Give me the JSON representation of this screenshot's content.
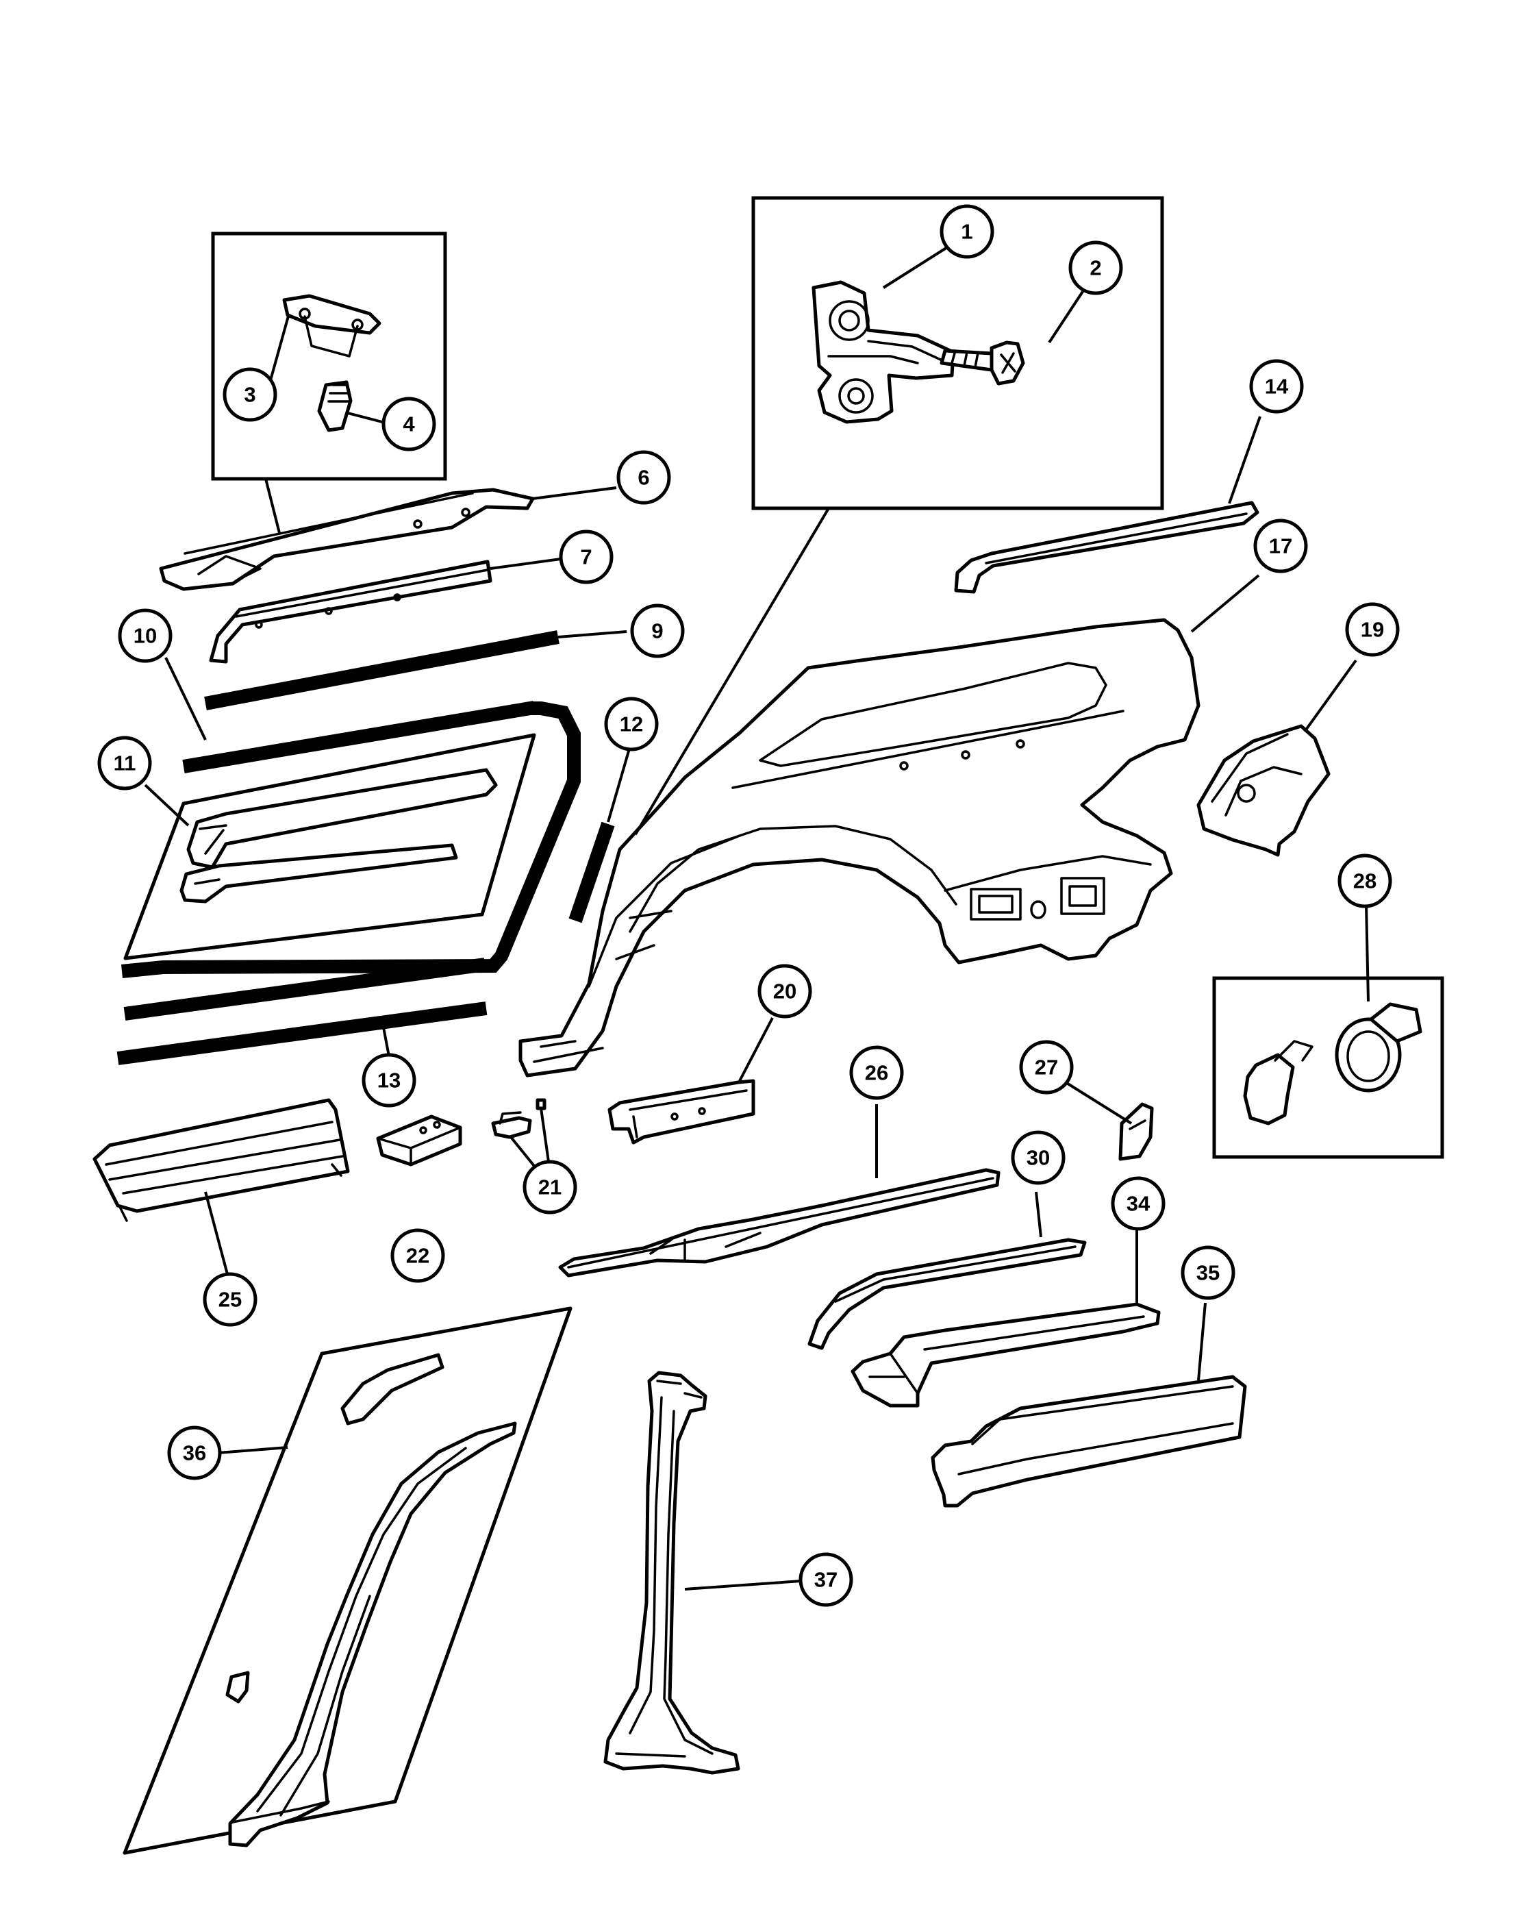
{
  "callouts": [
    {
      "id": "c1",
      "label": "1"
    },
    {
      "id": "c2",
      "label": "2"
    },
    {
      "id": "c3",
      "label": "3"
    },
    {
      "id": "c4",
      "label": "4"
    },
    {
      "id": "c6",
      "label": "6"
    },
    {
      "id": "c7",
      "label": "7"
    },
    {
      "id": "c9",
      "label": "9"
    },
    {
      "id": "c10",
      "label": "10"
    },
    {
      "id": "c11",
      "label": "11"
    },
    {
      "id": "c12",
      "label": "12"
    },
    {
      "id": "c13",
      "label": "13"
    },
    {
      "id": "c14",
      "label": "14"
    },
    {
      "id": "c17",
      "label": "17"
    },
    {
      "id": "c19",
      "label": "19"
    },
    {
      "id": "c20",
      "label": "20"
    },
    {
      "id": "c21",
      "label": "21"
    },
    {
      "id": "c22",
      "label": "22"
    },
    {
      "id": "c25",
      "label": "25"
    },
    {
      "id": "c26",
      "label": "26"
    },
    {
      "id": "c27",
      "label": "27"
    },
    {
      "id": "c28",
      "label": "28"
    },
    {
      "id": "c30",
      "label": "30"
    },
    {
      "id": "c34",
      "label": "34"
    },
    {
      "id": "c35",
      "label": "35"
    },
    {
      "id": "c36",
      "label": "36"
    },
    {
      "id": "c37",
      "label": "37"
    }
  ],
  "colors": {
    "line": "#000000",
    "background": "#ffffff"
  }
}
